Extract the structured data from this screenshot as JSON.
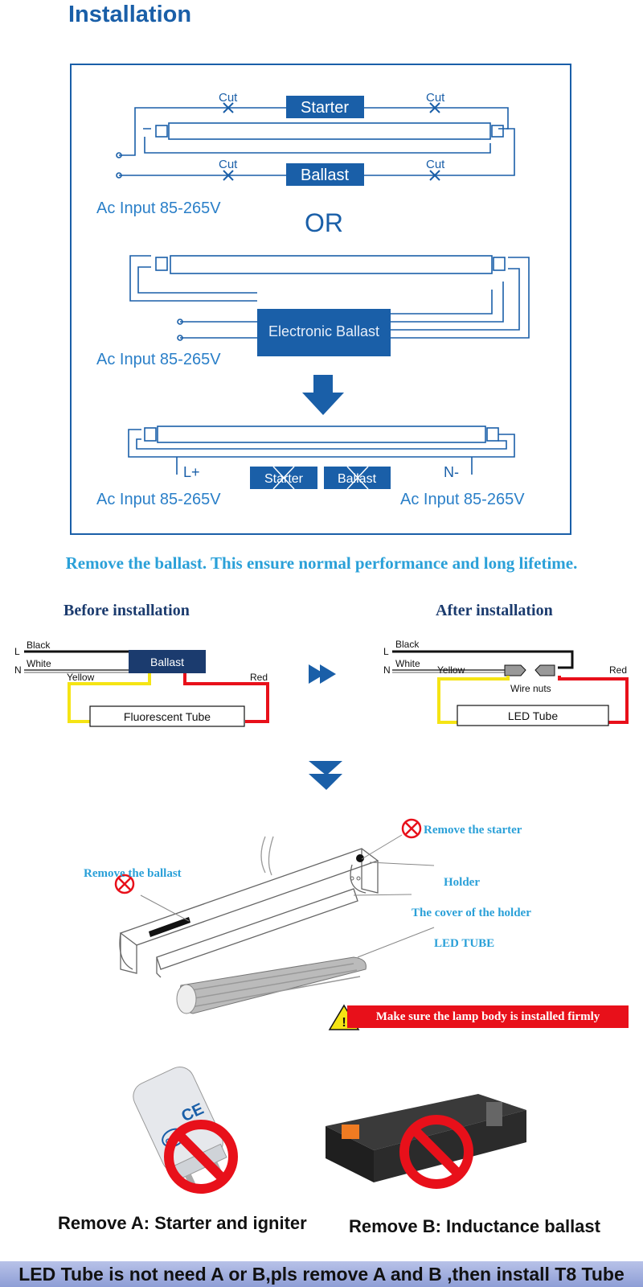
{
  "title": "Installation",
  "top_diagram": {
    "cut_label": "Cut",
    "starter_label": "Starter",
    "ballast_label": "Ballast",
    "ac_input": "Ac  Input 85-265V",
    "or_label": "OR",
    "electronic_ballast": "Electronic Ballast",
    "l_plus": "L+",
    "n_minus": "N-",
    "crossed_starter": "Starter",
    "crossed_ballast": "Ballast"
  },
  "tagline": "Remove the ballast. This ensure normal performance and long lifetime.",
  "wiring": {
    "before_title": "Before installation",
    "after_title": "After installation",
    "l": "L",
    "n": "N",
    "black": "Black",
    "white": "White",
    "yellow": "Yellow",
    "red": "Red",
    "ballast": "Ballast",
    "fluorescent_tube": "Fluorescent Tube",
    "wire_nuts": "Wire nuts",
    "led_tube": "LED Tube"
  },
  "fixture": {
    "remove_starter": "Remove the starter",
    "remove_ballast": "Remove the ballast",
    "holder": "Holder",
    "cover": "The cover of the holder",
    "led_tube": "LED TUBE",
    "warning": "Make sure the lamp body is installed firmly"
  },
  "parts": {
    "remove_a": "Remove A: Starter and igniter",
    "remove_b": "Remove B: Inductance ballast",
    "starter_brand": "CQC",
    "starter_mark": "CE"
  },
  "footer": "LED Tube is not need A or B,pls remove A and B ,then install T8 Tube",
  "colors": {
    "blue": "#1a5fa8",
    "cyan": "#2aa0d8",
    "red": "#e8101a",
    "yellow": "#f5e414"
  }
}
